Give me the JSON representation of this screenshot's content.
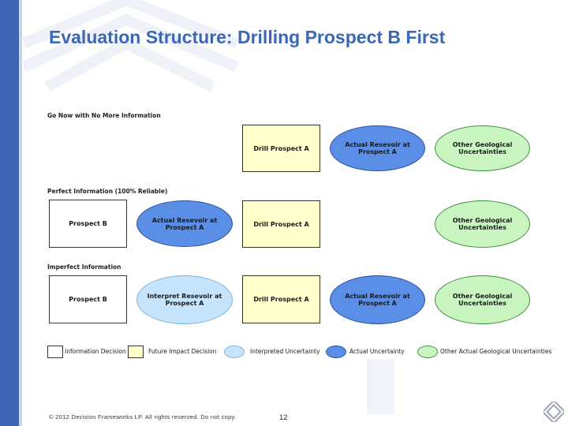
{
  "title": "Evaluation Structure: Drilling Prospect B First",
  "sections": {
    "no_info": "Go Now with No More Information",
    "perfect": "Perfect Information (100% Reliable)",
    "imperfect": "Imperfect Information"
  },
  "nodes": {
    "no_info": {
      "drill": "Drill Prospect A",
      "actual": "Actual Resevoir at Prospect A",
      "other": "Other Geological Uncertainties"
    },
    "perfect": {
      "prospect_b": "Prospect B",
      "actual_a": "Actual Resevoir at Prospect A",
      "drill": "Drill Prospect A",
      "other": "Other Geological Uncertainties"
    },
    "imperfect": {
      "prospect_b": "Prospect B",
      "interpret": "Interpret Resevoir at Prospect A",
      "drill": "Drill Prospect A",
      "actual": "Actual Resevoir at Prospect A",
      "other": "Other Geological Uncertainties"
    }
  },
  "legend": [
    "Information Decision",
    "Future Impact Decision",
    "Interpreted Uncertainty",
    "Actual Uncertainty",
    "Other Actual Geological Uncertainties"
  ],
  "footer": "© 2012 Decision Frameworks LP. All rights reserved. Do not copy.",
  "page_number": "12",
  "colors": {
    "title": "#3a67b8",
    "decision_fill": "#ffffff",
    "future_decision_fill": "#ffffcc",
    "interpreted_fill": "#c6e4fb",
    "actual_fill": "#5b8ee6",
    "other_fill": "#c8f5c0"
  }
}
